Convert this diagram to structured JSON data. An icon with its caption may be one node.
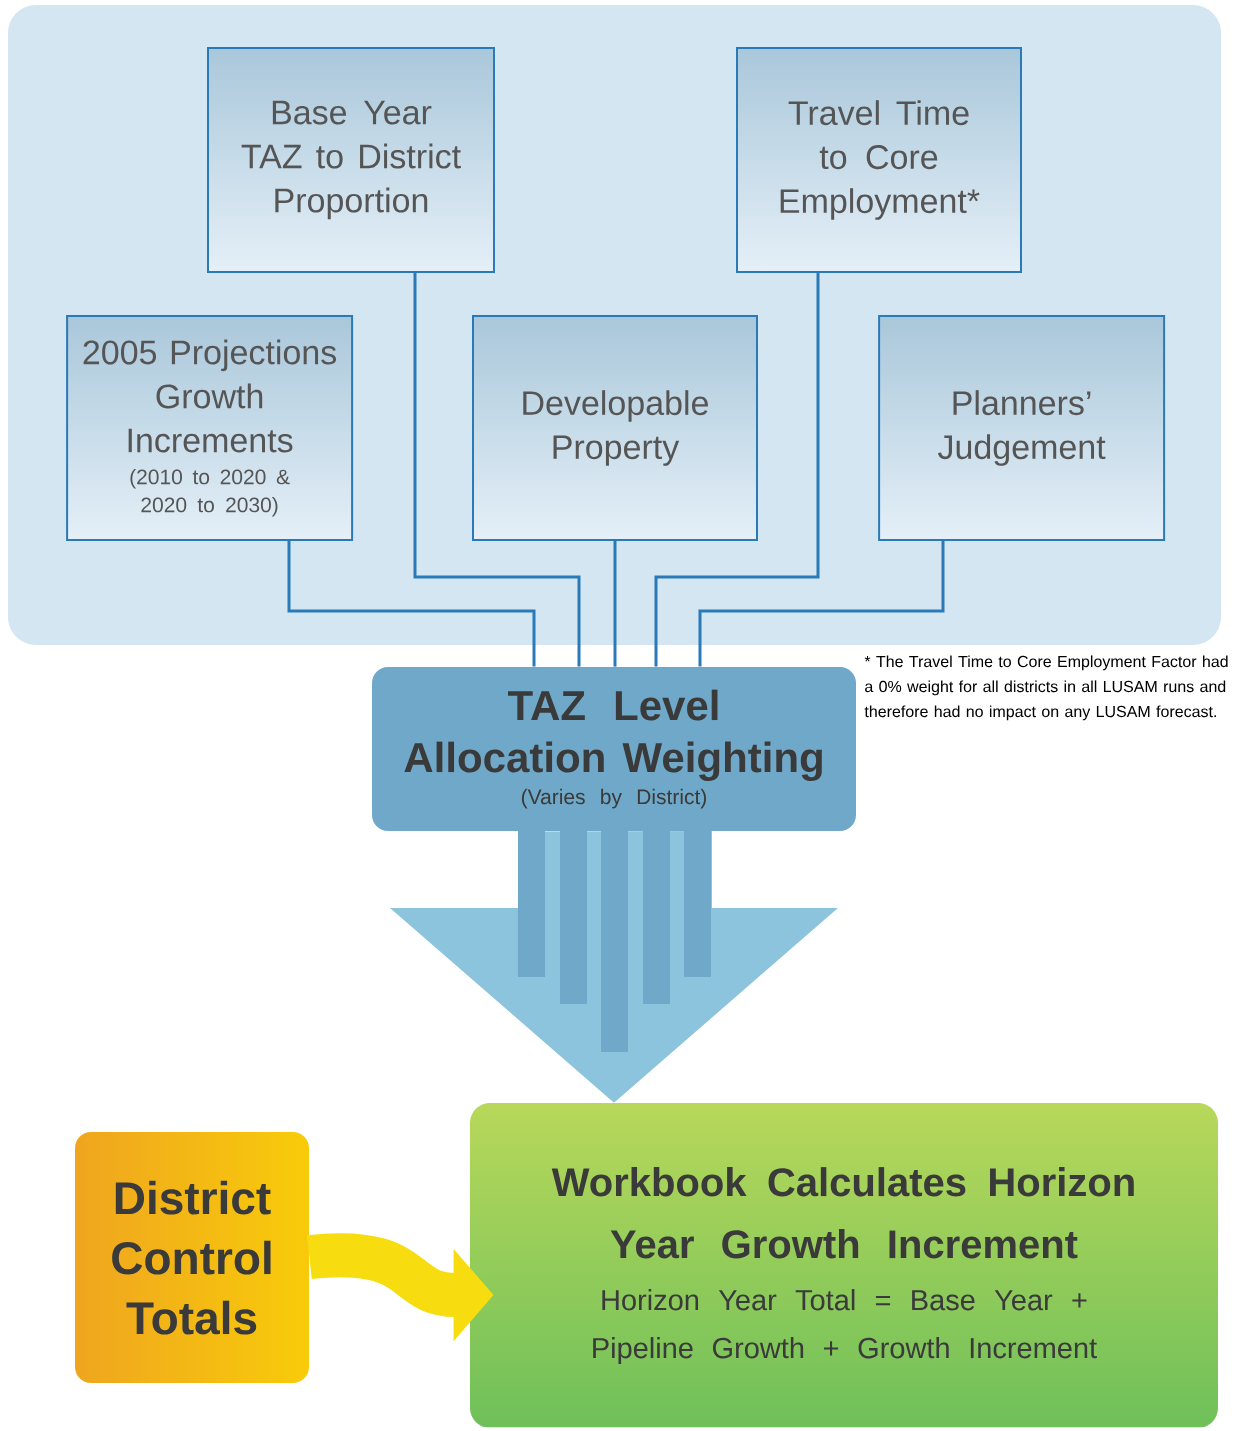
{
  "diagram": {
    "nodes": [
      {
        "text": [
          "Base Year TAZ to District Proportion"
        ]
      },
      {
        "text": [
          "Travel Time to Core Employment*"
        ]
      },
      {
        "text": [
          "2005 Projections Growth Increments",
          "(2010 to 2020 & 2020 to 2030)"
        ]
      },
      {
        "text": [
          "Developable Property"
        ]
      },
      {
        "text": [
          "Planners’ Judgement"
        ]
      },
      {
        "text": [
          "TAZ Level Allocation Weighting",
          "(Varies by District)"
        ]
      },
      {
        "text": [
          "District Control Totals"
        ]
      },
      {
        "text": [
          "Workbook Calculates Horizon Year Growth Increment",
          "Horizon Year Total = Base Year + Pipeline Growth + Growth Increment"
        ]
      }
    ],
    "edges": [
      {
        "from": 0,
        "to": 5,
        "arrow": "none"
      },
      {
        "from": 1,
        "to": 5,
        "arrow": "none"
      },
      {
        "from": 2,
        "to": 5,
        "arrow": "none"
      },
      {
        "from": 3,
        "to": 5,
        "arrow": "none"
      },
      {
        "from": 4,
        "to": 5,
        "arrow": "none"
      },
      {
        "from": 5,
        "to": 7,
        "arrow": "to",
        "style": "thick",
        "color": "#8cc3dd"
      },
      {
        "from": 6,
        "to": 7,
        "arrow": "to",
        "style": "thick",
        "color": "#f7dc10"
      }
    ],
    "labels": [
      "* The Travel Time to Core Employment Factor had a 0% weight for all districts in all LUSAM runs and therefore had no impact on any LUSAM forecast."
    ]
  }
}
